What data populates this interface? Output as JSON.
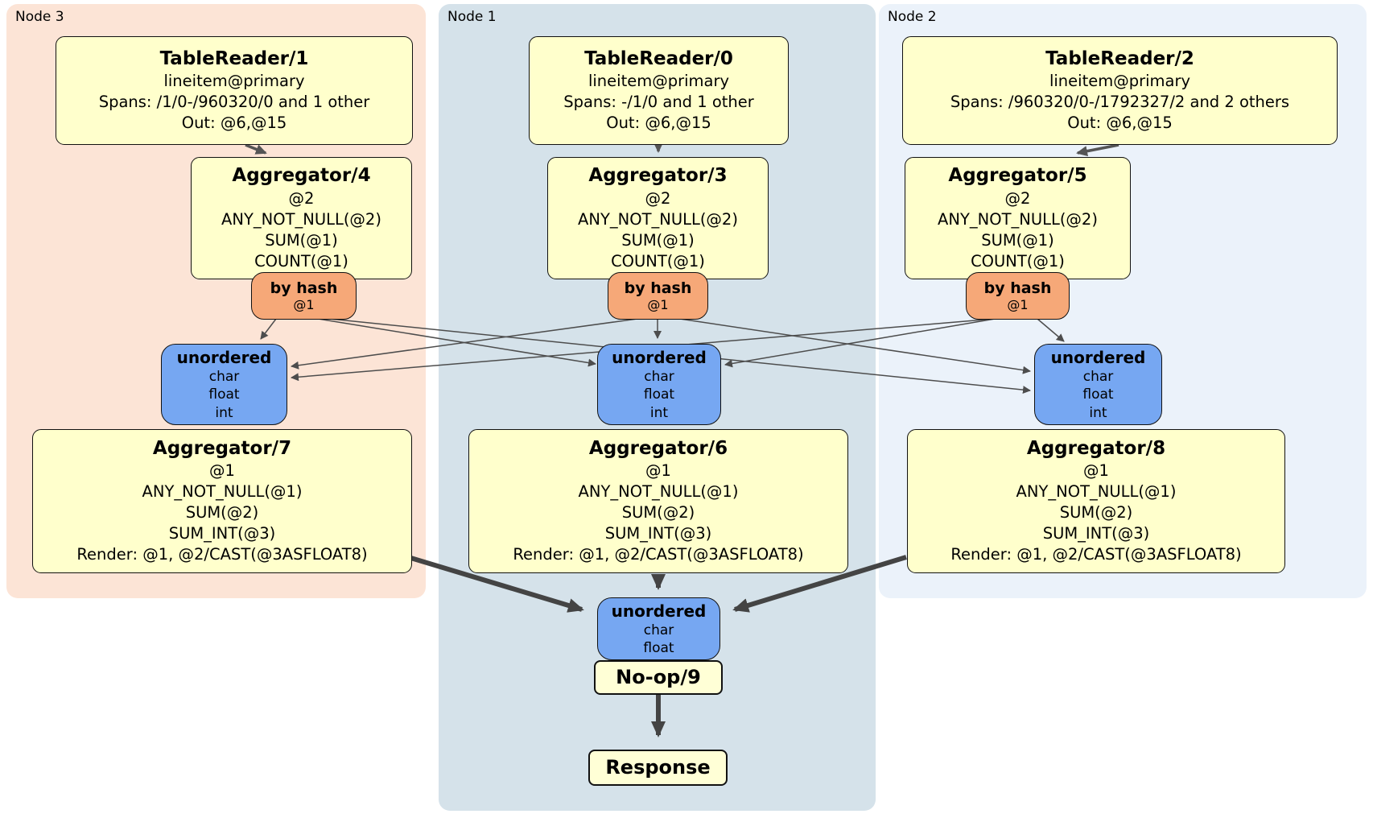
{
  "colors": {
    "node3_bg": "#fce4d6",
    "node1_bg": "#d5e2ea",
    "node2_bg": "#ebf2fa",
    "processor_yellow": "#ffffcc",
    "router_orange": "#f6a878",
    "sync_blue": "#76a7f2",
    "edge_gray": "#4d4d4d"
  },
  "groups": [
    {
      "label": "Node 3",
      "table_reader": {
        "title": "TableReader/1",
        "lines": [
          "lineitem@primary",
          "Spans: /1/0-/960320/0 and 1 other",
          "Out: @6,@15"
        ]
      },
      "aggregator_top": {
        "title": "Aggregator/4",
        "lines": [
          "@2",
          "ANY_NOT_NULL(@2)",
          "SUM(@1)",
          "COUNT(@1)"
        ]
      },
      "router": {
        "title": "by hash",
        "lines": [
          "@1"
        ]
      },
      "sync": {
        "title": "unordered",
        "lines": [
          "char",
          "float",
          "int"
        ]
      },
      "aggregator_bottom": {
        "title": "Aggregator/7",
        "lines": [
          "@1",
          "ANY_NOT_NULL(@1)",
          "SUM(@2)",
          "SUM_INT(@3)",
          "Render: @1, @2/CAST(@3ASFLOAT8)"
        ]
      }
    },
    {
      "label": "Node 1",
      "table_reader": {
        "title": "TableReader/0",
        "lines": [
          "lineitem@primary",
          "Spans: -/1/0 and 1 other",
          "Out: @6,@15"
        ]
      },
      "aggregator_top": {
        "title": "Aggregator/3",
        "lines": [
          "@2",
          "ANY_NOT_NULL(@2)",
          "SUM(@1)",
          "COUNT(@1)"
        ]
      },
      "router": {
        "title": "by hash",
        "lines": [
          "@1"
        ]
      },
      "sync": {
        "title": "unordered",
        "lines": [
          "char",
          "float",
          "int"
        ]
      },
      "aggregator_bottom": {
        "title": "Aggregator/6",
        "lines": [
          "@1",
          "ANY_NOT_NULL(@1)",
          "SUM(@2)",
          "SUM_INT(@3)",
          "Render: @1, @2/CAST(@3ASFLOAT8)"
        ]
      }
    },
    {
      "label": "Node 2",
      "table_reader": {
        "title": "TableReader/2",
        "lines": [
          "lineitem@primary",
          "Spans: /960320/0-/1792327/2 and 2 others",
          "Out: @6,@15"
        ]
      },
      "aggregator_top": {
        "title": "Aggregator/5",
        "lines": [
          "@2",
          "ANY_NOT_NULL(@2)",
          "SUM(@1)",
          "COUNT(@1)"
        ]
      },
      "router": {
        "title": "by hash",
        "lines": [
          "@1"
        ]
      },
      "sync": {
        "title": "unordered",
        "lines": [
          "char",
          "float",
          "int"
        ]
      },
      "aggregator_bottom": {
        "title": "Aggregator/8",
        "lines": [
          "@1",
          "ANY_NOT_NULL(@1)",
          "SUM(@2)",
          "SUM_INT(@3)",
          "Render: @1, @2/CAST(@3ASFLOAT8)"
        ]
      }
    }
  ],
  "final_stage": {
    "sync": {
      "title": "unordered",
      "lines": [
        "char",
        "float"
      ]
    },
    "noop": {
      "title": "No-op/9"
    },
    "response": {
      "title": "Response"
    }
  }
}
